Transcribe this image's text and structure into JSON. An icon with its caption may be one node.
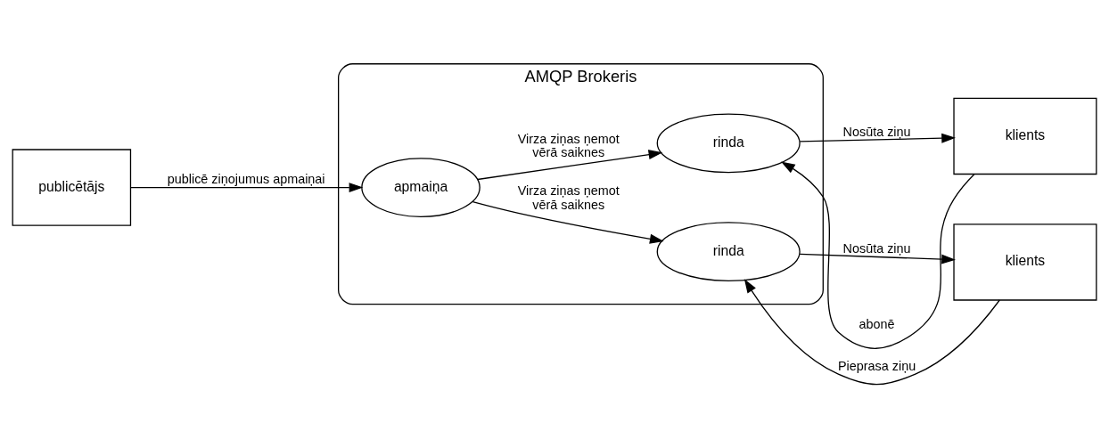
{
  "diagram": {
    "nodes": [
      {
        "text": [
          "publicētājs"
        ]
      },
      {
        "text": [
          "AMQP Brokeris"
        ]
      },
      {
        "text": [
          "apmaiņa"
        ],
        "in": 1
      },
      {
        "text": [
          "rinda"
        ],
        "in": 1
      },
      {
        "text": [
          "rinda"
        ],
        "in": 1
      },
      {
        "text": [
          "klients"
        ]
      },
      {
        "text": [
          "klients"
        ]
      }
    ],
    "edges": [
      {
        "from": 0,
        "to": 2,
        "arrow": "to",
        "label": "publicē ziņojumus apmaiņai"
      },
      {
        "from": 2,
        "to": 3,
        "arrow": "to",
        "label": "Virza ziņas ņemot vērā saiknes"
      },
      {
        "from": 2,
        "to": 4,
        "arrow": "to",
        "label": "Virza ziņas ņemot vērā saiknes"
      },
      {
        "from": 5,
        "to": 3,
        "arrow": "to",
        "label": "abonē"
      },
      {
        "from": 3,
        "to": 5,
        "arrow": "to",
        "label": "Nosūta ziņu"
      },
      {
        "from": 6,
        "to": 4,
        "arrow": "to",
        "label": "Pieprasa ziņu"
      },
      {
        "from": 4,
        "to": 6,
        "arrow": "to",
        "label": "Nosūta ziņu"
      }
    ]
  }
}
